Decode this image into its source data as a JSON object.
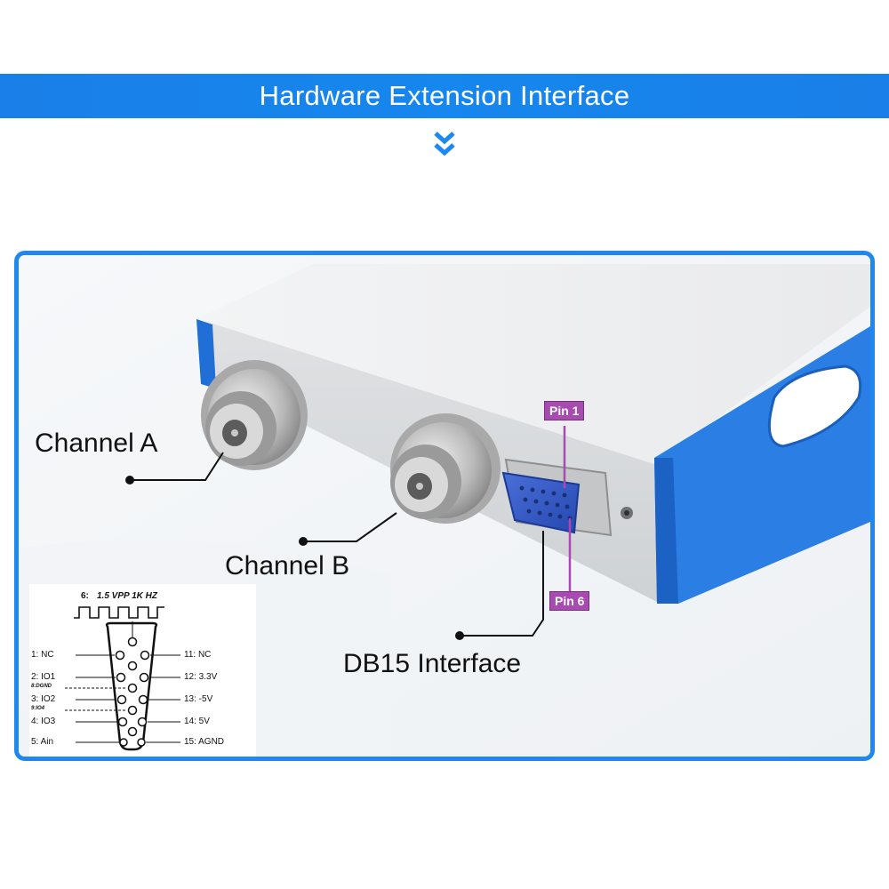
{
  "header": {
    "title": "Hardware Extension Interface",
    "chevron_icon": "double-chevron-down-icon"
  },
  "colors": {
    "accent_blue": "#1e88f0",
    "pin_tag_purple": "#a84bb0",
    "device_housing": "#d8dadc"
  },
  "callouts": {
    "channel_a": "Channel A",
    "channel_b": "Channel B",
    "db15": "DB15 Interface",
    "pin1": "Pin 1",
    "pin6": "Pin 6"
  },
  "pinout": {
    "signal_label_number": "6:",
    "signal_label": "1.5 VPP 1K HZ",
    "left_pins": [
      "1: NC",
      "2: IO1",
      "3: IO2",
      "4: IO3",
      "5: Ain"
    ],
    "right_pins": [
      "11: NC",
      "12: 3.3V",
      "13: -5V",
      "14: 5V",
      "15: AGND"
    ],
    "middle_pins": [
      "8:DGND",
      "9:IO4"
    ]
  }
}
